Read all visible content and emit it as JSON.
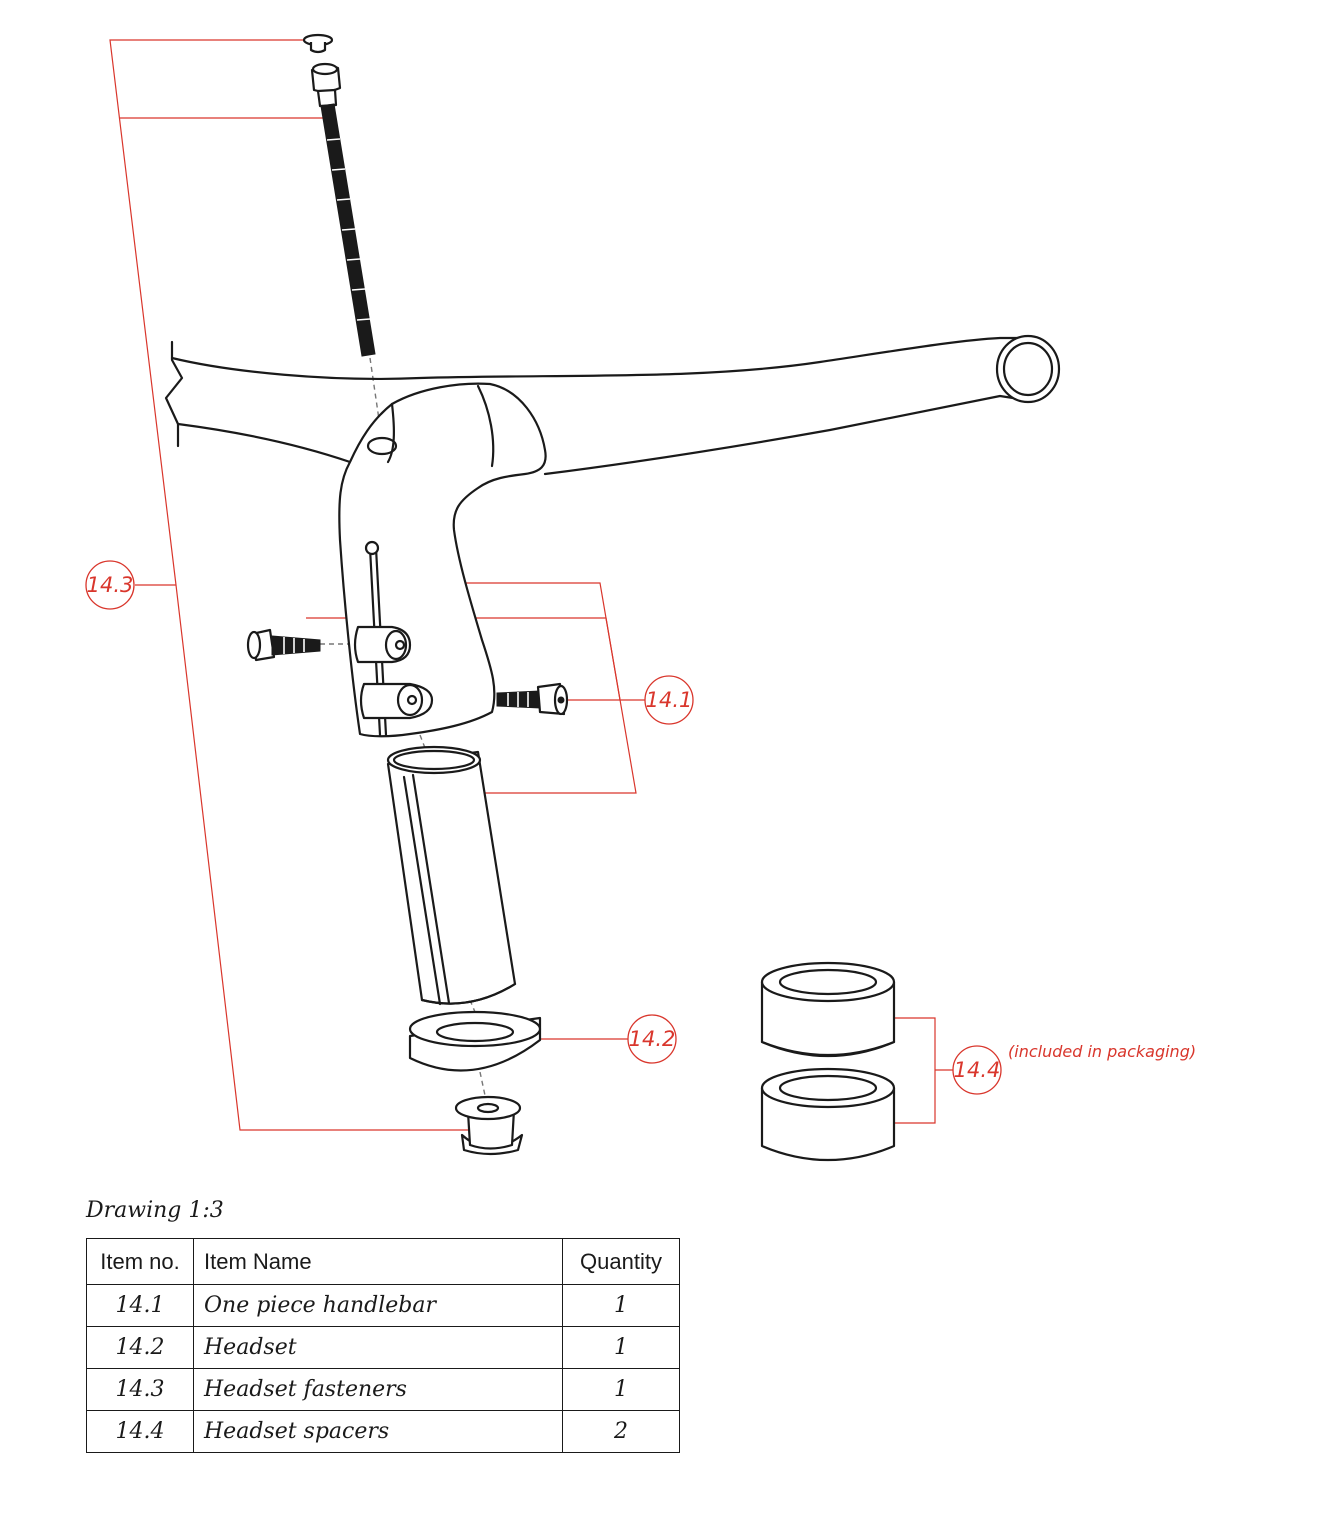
{
  "callouts": [
    {
      "id": "c141",
      "label": "14.1"
    },
    {
      "id": "c142",
      "label": "14.2"
    },
    {
      "id": "c143",
      "label": "14.3"
    },
    {
      "id": "c144",
      "label": "14.4"
    }
  ],
  "spacer_note": "(included in packaging)",
  "caption": "Drawing 1:3",
  "table": {
    "headers": [
      "Item no.",
      "Item Name",
      "Quantity"
    ],
    "rows": [
      {
        "no": "14.1",
        "name": "One piece handlebar",
        "qty": "1"
      },
      {
        "no": "14.2",
        "name": "Headset",
        "qty": "1"
      },
      {
        "no": "14.3",
        "name": "Headset fasteners",
        "qty": "1"
      },
      {
        "no": "14.4",
        "name": "Headset spacers",
        "qty": "2"
      }
    ]
  },
  "colors": {
    "callout": "#d9362c",
    "ink": "#1a1a1a"
  },
  "icons": [
    "top-cap-icon",
    "long-bolt-icon",
    "handlebar-icon",
    "clamp-bolt-icon",
    "expander-sleeve-icon",
    "headset-ring-icon",
    "star-nut-icon",
    "spacer-icon"
  ]
}
